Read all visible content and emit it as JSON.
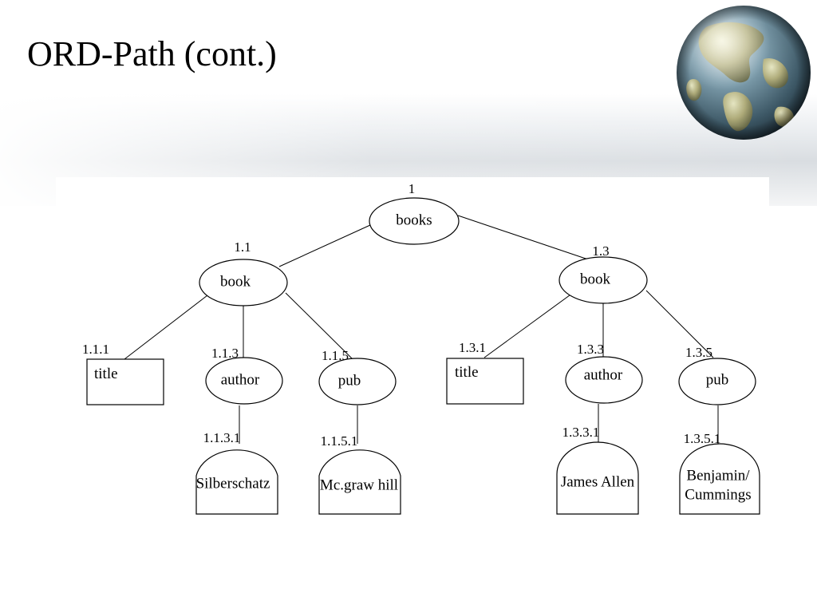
{
  "slide": {
    "title": "ORD-Path (cont.)"
  },
  "tree": {
    "root": {
      "kind": "element",
      "label": "books",
      "ordpath": "1"
    },
    "nodes": [
      {
        "kind": "element",
        "label": "book",
        "ordpath": "1.1"
      },
      {
        "kind": "element",
        "label": "book",
        "ordpath": "1.3"
      },
      {
        "kind": "attribute",
        "label": "title",
        "ordpath": "1.1.1"
      },
      {
        "kind": "element",
        "label": "author",
        "ordpath": "1.1.3"
      },
      {
        "kind": "element",
        "label": "pub",
        "ordpath": "1.1.5"
      },
      {
        "kind": "value",
        "label": "Silberschatz",
        "ordpath": "1.1.3.1"
      },
      {
        "kind": "value",
        "label": "Mc.graw hill",
        "ordpath": "1.1.5.1"
      },
      {
        "kind": "attribute",
        "label": "title",
        "ordpath": "1.3.1"
      },
      {
        "kind": "element",
        "label": "author",
        "ordpath": "1.3.3"
      },
      {
        "kind": "element",
        "label": "pub",
        "ordpath": "1.3.5"
      },
      {
        "kind": "value",
        "label": "James Allen",
        "ordpath": "1.3.3.1"
      },
      {
        "kind": "value",
        "label": "Benjamin/",
        "label2": "Cummings",
        "ordpath": "1.3.5.1"
      }
    ]
  },
  "decor": {
    "globe_icon": "earth-globe-icon"
  }
}
